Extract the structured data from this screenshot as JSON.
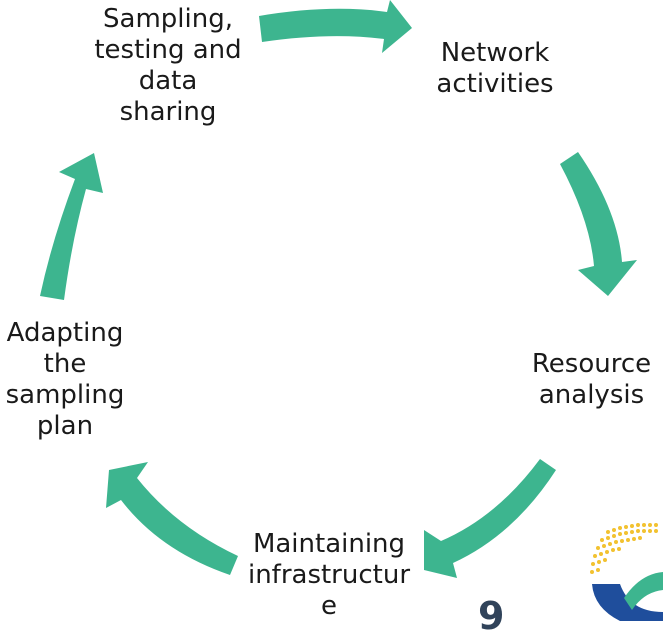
{
  "diagram": {
    "nodes": [
      {
        "id": "sampling",
        "label": "Sampling,\ntesting and\ndata\nsharing"
      },
      {
        "id": "network",
        "label": "Network\nactivities"
      },
      {
        "id": "resource",
        "label": "Resource\nanalysis"
      },
      {
        "id": "maintaining",
        "label": "Maintaining\ninfrastructur\ne"
      },
      {
        "id": "adapting",
        "label": "Adapting\nthe\nsampling\nplan"
      }
    ],
    "edges": [
      {
        "from": "sampling",
        "to": "network"
      },
      {
        "from": "network",
        "to": "resource"
      },
      {
        "from": "resource",
        "to": "maintaining"
      },
      {
        "from": "maintaining",
        "to": "adapting"
      },
      {
        "from": "adapting",
        "to": "sampling"
      }
    ],
    "arrow_color": "#3db58f"
  },
  "page_number": "9",
  "logo": {
    "icon": "organization-logo-icon",
    "colors": [
      "#f2c230",
      "#1f4e9c",
      "#3db58f"
    ]
  }
}
